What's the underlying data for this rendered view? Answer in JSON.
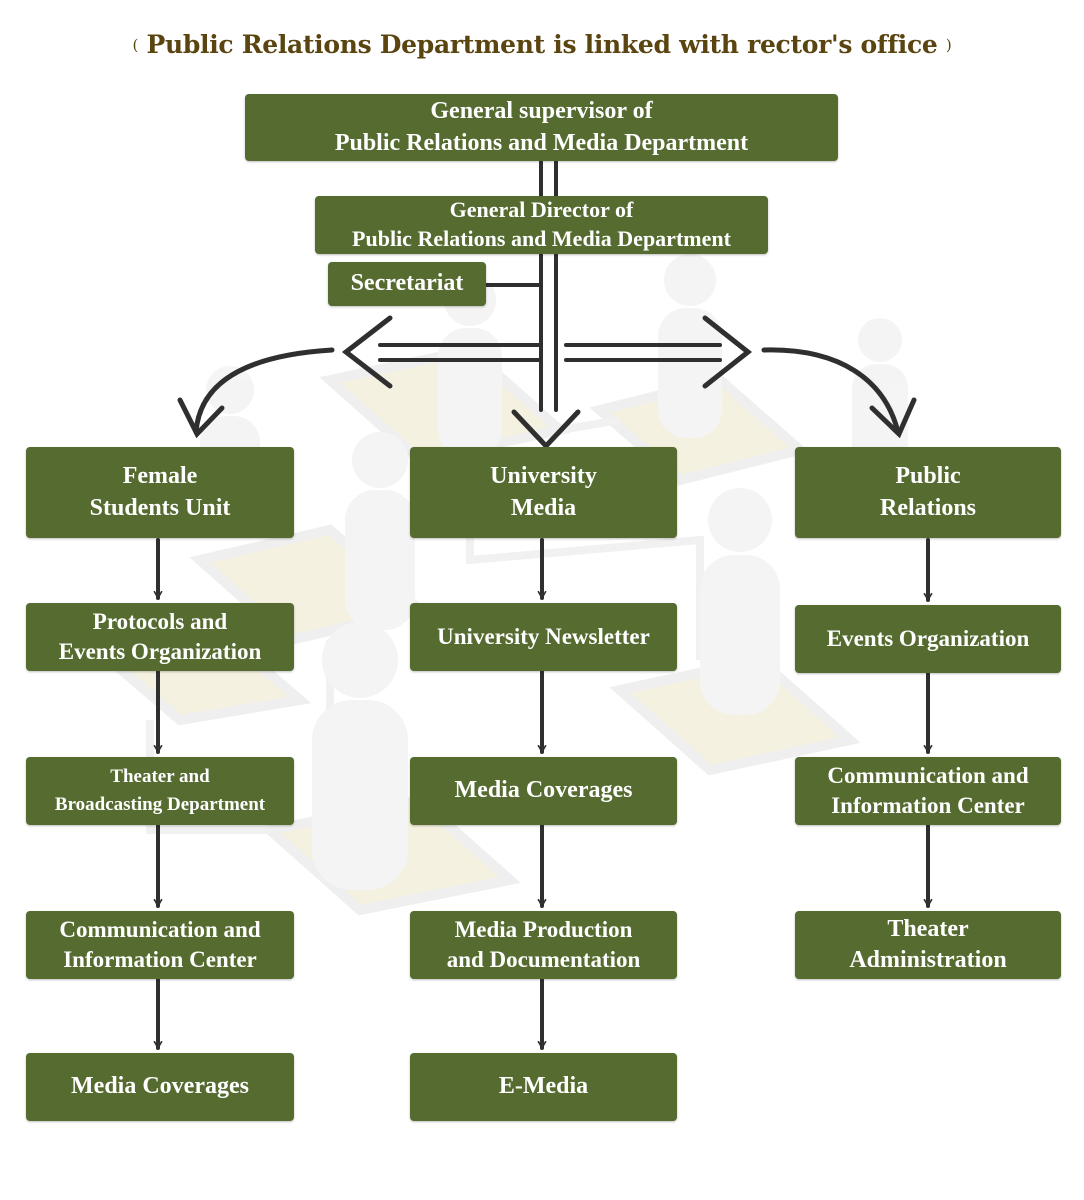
{
  "header": {
    "title": "Public Relations Department is linked with rector's office",
    "paren_open": "(",
    "paren_close": ")"
  },
  "top": {
    "supervisor": "General supervisor of\nPublic Relations and Media Department",
    "director": "General Director of\nPublic Relations and Media Department",
    "secretariat": "Secretariat"
  },
  "columns": [
    {
      "head": "Female\nStudents Unit",
      "items": [
        "Protocols and\nEvents Organization",
        "Theater and\nBroadcasting Department",
        "Communication and\nInformation Center",
        "Media Coverages"
      ]
    },
    {
      "head": "University\nMedia",
      "items": [
        "University Newsletter",
        "Media Coverages",
        "Media Production\nand Documentation",
        "E-Media"
      ]
    },
    {
      "head": "Public\nRelations",
      "items": [
        "Events Organization",
        "Communication and\nInformation Center",
        "Theater\nAdministration"
      ]
    }
  ],
  "colors": {
    "box_fill": "#556b30",
    "box_text": "#ffffff",
    "title_text": "#5a4510",
    "connector": "#2f2f2f"
  }
}
